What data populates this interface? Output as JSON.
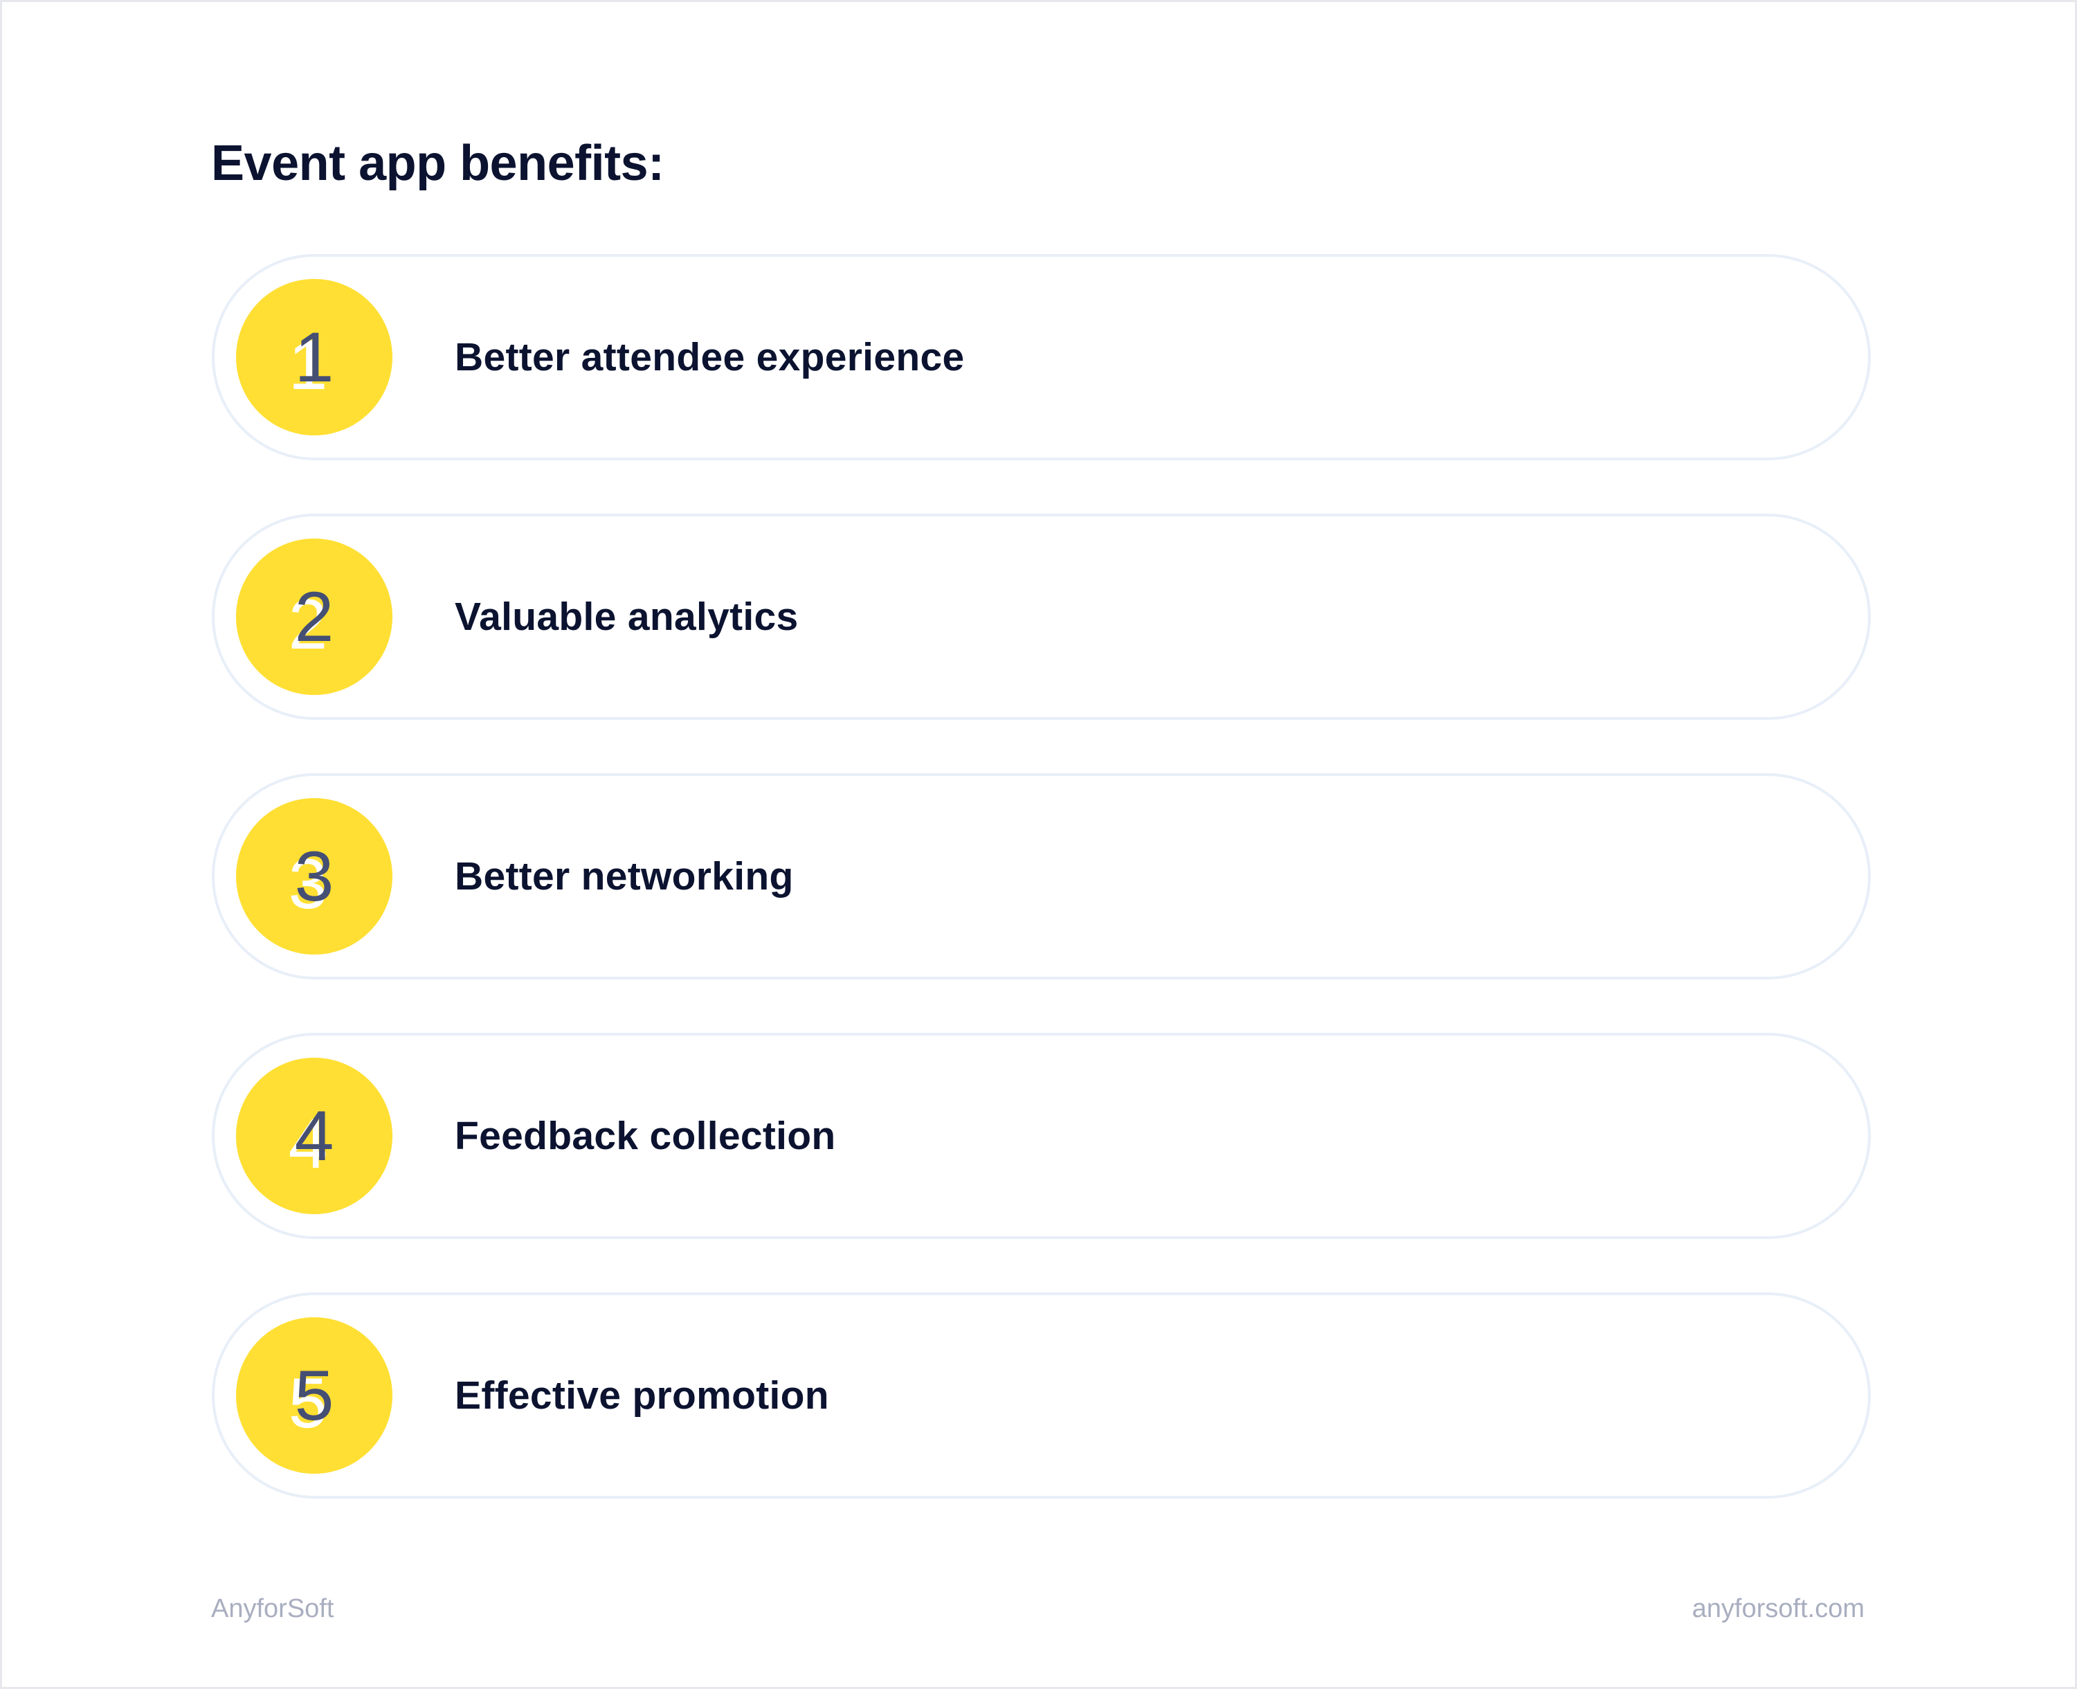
{
  "title": "Event app benefits:",
  "colors": {
    "badge_fill": "#FFDF33",
    "digit": "#454F73",
    "text": "#0B1330",
    "card_border": "#E8EFF8",
    "footer_text": "#A9AEC0"
  },
  "benefits": [
    {
      "number": "1",
      "label": "Better attendee experience"
    },
    {
      "number": "2",
      "label": "Valuable analytics"
    },
    {
      "number": "3",
      "label": "Better networking"
    },
    {
      "number": "4",
      "label": "Feedback collection"
    },
    {
      "number": "5",
      "label": "Effective promotion"
    }
  ],
  "footer": {
    "brand": "AnyforSoft",
    "website": "anyforsoft.com"
  }
}
